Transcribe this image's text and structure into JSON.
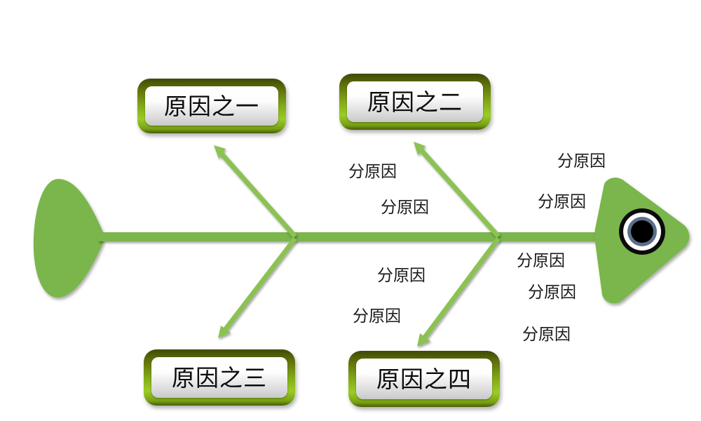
{
  "diagram": {
    "type": "fishbone-ishikawa",
    "colors": {
      "body_green": "#7ab64b",
      "bone_green": "#8cc152",
      "frame_dark": "#4f5a0b",
      "frame_light": "#8fbe22",
      "text_dark": "#1a1a1a",
      "eye_outer": "#0b0b0b",
      "eye_white": "#ffffff",
      "eye_iris": "#5c6f88",
      "eye_pupil": "#000000",
      "background": "#ffffff"
    },
    "causes": [
      {
        "id": "cause-1",
        "label": "原因之一",
        "position": "top-left"
      },
      {
        "id": "cause-2",
        "label": "原因之二",
        "position": "top-right"
      },
      {
        "id": "cause-3",
        "label": "原因之三",
        "position": "bottom-left"
      },
      {
        "id": "cause-4",
        "label": "原因之四",
        "position": "bottom-right"
      }
    ],
    "sub_causes": [
      {
        "id": "sub-1",
        "label": "分原因",
        "parent": "cause-1"
      },
      {
        "id": "sub-2",
        "label": "分原因",
        "parent": "cause-1"
      },
      {
        "id": "sub-3",
        "label": "分原因",
        "parent": "cause-2"
      },
      {
        "id": "sub-4",
        "label": "分原因",
        "parent": "cause-2"
      },
      {
        "id": "sub-5",
        "label": "分原因",
        "parent": "cause-3"
      },
      {
        "id": "sub-6",
        "label": "分原因",
        "parent": "cause-3"
      },
      {
        "id": "sub-7",
        "label": "分原因",
        "parent": "cause-4"
      },
      {
        "id": "sub-8",
        "label": "分原因",
        "parent": "cause-4"
      },
      {
        "id": "sub-9",
        "label": "分原因",
        "parent": "cause-4"
      }
    ],
    "fish": {
      "head": "fish-head-triangle",
      "tail": "fish-tail-fin",
      "spine": "fish-spine"
    }
  }
}
